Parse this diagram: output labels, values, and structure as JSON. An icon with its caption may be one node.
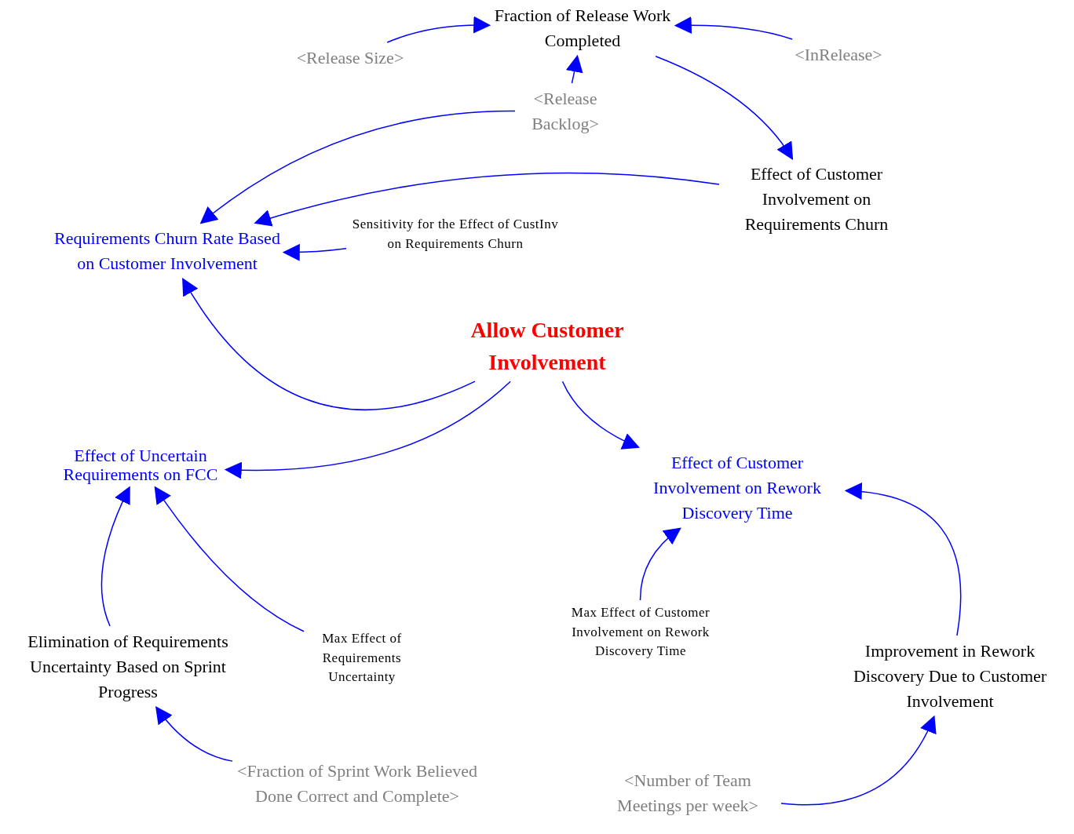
{
  "diagram": {
    "nodes": [
      {
        "text": [
          "Fraction of Release Work Completed"
        ]
      },
      {
        "text": [
          "<Release Size>"
        ]
      },
      {
        "text": [
          "<InRelease>"
        ]
      },
      {
        "text": [
          "<Release Backlog>"
        ]
      },
      {
        "text": [
          "Effect of Customer Involvement on Requirements Churn"
        ]
      },
      {
        "text": [
          "Requirements Churn Rate Based on Customer Involvement"
        ]
      },
      {
        "text": [
          "Sensitivity for the Effect of CustInv on Requirements Churn"
        ]
      },
      {
        "text": [
          "Allow Customer Involvement"
        ]
      },
      {
        "text": [
          "Effect of Uncertain Requirements on FCC"
        ]
      },
      {
        "text": [
          "Effect of Customer Involvement on Rework Discovery Time"
        ]
      },
      {
        "text": [
          "Elimination of Requirements Uncertainty Based on Sprint Progress"
        ]
      },
      {
        "text": [
          "Max Effect of Requirements Uncertainty"
        ]
      },
      {
        "text": [
          "Max Effect of Customer Involvement on Rework Discovery Time"
        ]
      },
      {
        "text": [
          "Improvement in Rework Discovery Due to Customer Involvement"
        ]
      },
      {
        "text": [
          "<Fraction of Sprint Work Believed Done Correct and Complete>"
        ]
      },
      {
        "text": [
          "<Number of Team Meetings per week>"
        ]
      }
    ],
    "edges": [
      {
        "from": 1,
        "to": 0,
        "arrow": "to"
      },
      {
        "from": 2,
        "to": 0,
        "arrow": "to"
      },
      {
        "from": 3,
        "to": 0,
        "arrow": "to"
      },
      {
        "from": 0,
        "to": 4,
        "arrow": "to"
      },
      {
        "from": 3,
        "to": 5,
        "arrow": "to"
      },
      {
        "from": 4,
        "to": 5,
        "arrow": "to"
      },
      {
        "from": 6,
        "to": 5,
        "arrow": "to"
      },
      {
        "from": 7,
        "to": 5,
        "arrow": "to"
      },
      {
        "from": 7,
        "to": 8,
        "arrow": "to"
      },
      {
        "from": 7,
        "to": 9,
        "arrow": "to"
      },
      {
        "from": 10,
        "to": 8,
        "arrow": "to"
      },
      {
        "from": 11,
        "to": 8,
        "arrow": "to"
      },
      {
        "from": 12,
        "to": 9,
        "arrow": "to"
      },
      {
        "from": 13,
        "to": 9,
        "arrow": "to"
      },
      {
        "from": 14,
        "to": 10,
        "arrow": "to"
      },
      {
        "from": 15,
        "to": 13,
        "arrow": "to"
      }
    ]
  }
}
